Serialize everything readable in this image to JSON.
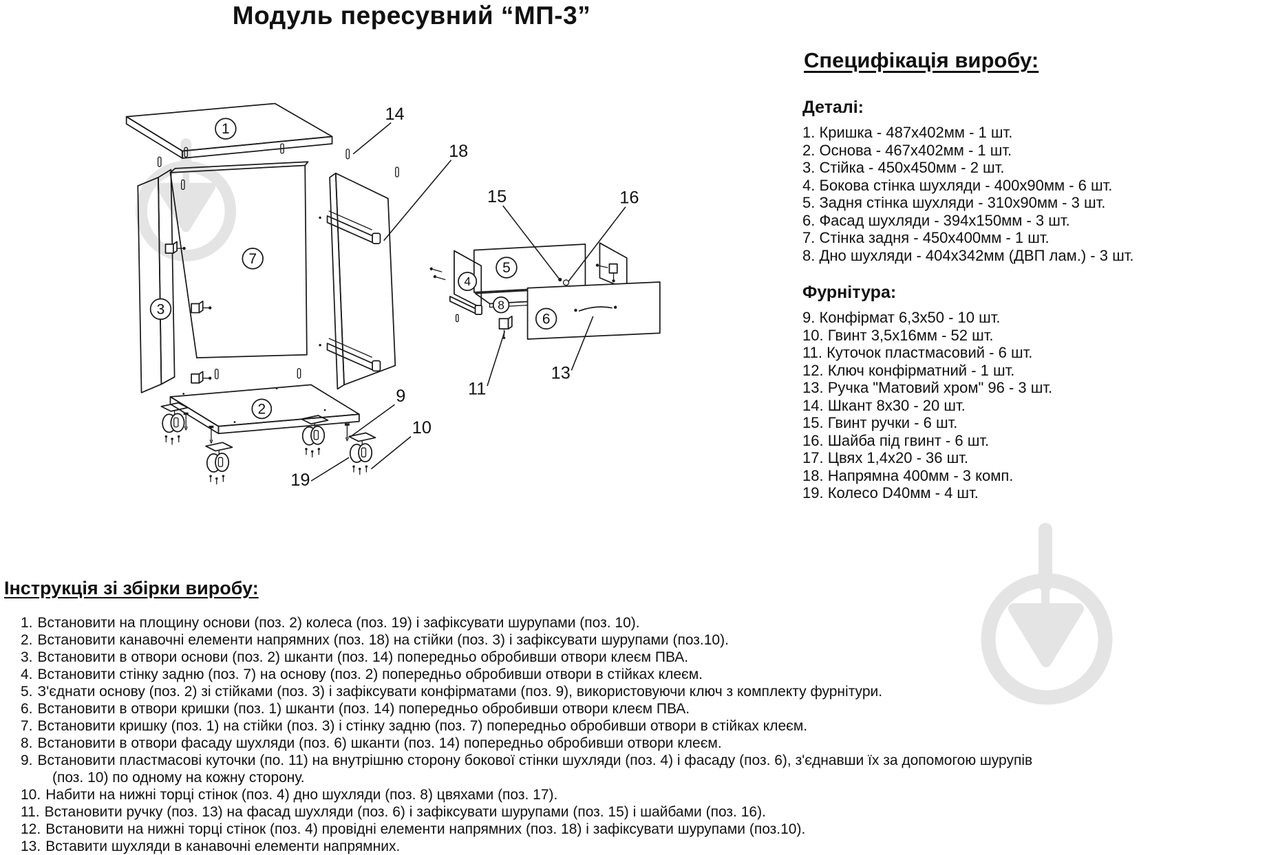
{
  "title": "Модуль пересувний “МП-3”",
  "spec": {
    "heading": "Специфікація виробу:",
    "parts_heading": "Деталі:",
    "parts": [
      "1. Кришка - 487х402мм - 1 шт.",
      "2. Основа - 467х402мм - 1 шт.",
      "3. Стійка - 450х450мм - 2 шт.",
      "4. Бокова стінка шухляди - 400х90мм - 6 шт.",
      "5. Задня стінка шухляди - 310х90мм - 3 шт.",
      "6. Фасад шухляди - 394х150мм - 3 шт.",
      "7. Стінка задня - 450х400мм - 1 шт.",
      "8. Дно шухляди - 404х342мм (ДВП лам.) - 3 шт."
    ],
    "hardware_heading": "Фурнітура:",
    "hardware": [
      "9. Конфірмат 6,3х50 - 10 шт.",
      "10. Гвинт 3,5х16мм - 52 шт.",
      "11. Куточок пластмасовий - 6 шт.",
      "12. Ключ конфірматний - 1 шт.",
      "13. Ручка \"Матовий хром\" 96 - 3 шт.",
      "14. Шкант 8х30 - 20 шт.",
      "15. Гвинт ручки - 6 шт.",
      "16. Шайба під гвинт - 6 шт.",
      "17. Цвях 1,4х20 - 36 шт.",
      "18. Напрямна 400мм - 3 комп.",
      "19. Колесо D40мм - 4 шт."
    ]
  },
  "instructions": {
    "heading": "Інструкція зі збірки виробу:",
    "items": [
      {
        "n": "1.",
        "text": "Встановити на площину основи (поз. 2) колеса (поз. 19) і зафіксувати шурупами (поз. 10)."
      },
      {
        "n": "2.",
        "text": "Встановити канавочні елементи напрямних (поз. 18) на стійки (поз. 3) і зафіксувати шурупами (поз.10)."
      },
      {
        "n": "3.",
        "text": "Встановити в отвори основи (поз. 2) шканти (поз. 14) попередньо обробивши отвори клеєм ПВА."
      },
      {
        "n": "4.",
        "text": "Встановити стінку задню (поз. 7) на основу (поз. 2) попередньо обробивши отвори в стійках клеєм."
      },
      {
        "n": "5.",
        "text": "З'єднати основу (поз. 2) зі стійками (поз. 3) і зафіксувати конфірматами (поз. 9), використовуючи ключ з комплекту фурнітури."
      },
      {
        "n": "6.",
        "text": "Встановити в отвори кришки (поз. 1) шканти (поз. 14) попередньо обробивши отвори клеєм ПВА."
      },
      {
        "n": "7.",
        "text": "Встановити кришку (поз. 1) на стійки (поз. 3) і стінку задню (поз. 7) попередньо обробивши отвори в стійках клеєм."
      },
      {
        "n": "8.",
        "text": "Встановити в отвори фасаду шухляди (поз. 6) шканти (поз. 14) попередньо обробивши отвори клеєм."
      },
      {
        "n": "9.",
        "text": "Встановити пластмасові куточки (по. 11) на внутрішню сторону бокової стінки шухляди (поз. 4) і фасаду (поз. 6), з'єднавши їх за допомогою шурупів (поз. 10) по одному на кожну сторону."
      },
      {
        "n": "10.",
        "text": "Набити на нижні торці стінок (поз. 4) дно шухляди (поз. 8) цвяхами (поз. 17)."
      },
      {
        "n": "11.",
        "text": "Встановити ручку (поз. 13) на фасад шухляди (поз. 6) і зафіксувати шурупами (поз. 15) і шайбами (поз. 16)."
      },
      {
        "n": "12.",
        "text": "Встановити на нижні торці стінок (поз. 4) провідні елементи напрямних (поз. 18) і зафіксувати шурупами (поз.10)."
      },
      {
        "n": "13.",
        "text": "Вставити шухляди в канавочні елементи напрямних."
      }
    ]
  },
  "diagram": {
    "labels": {
      "n1": "1",
      "n2": "2",
      "n3": "3",
      "n4": "4",
      "n5": "5",
      "n6": "6",
      "n7": "7",
      "n8": "8",
      "n9": "9",
      "n10": "10",
      "n11": "11",
      "n13": "13",
      "n14": "14",
      "n15": "15",
      "n16": "16",
      "n18": "18",
      "n19": "19"
    }
  }
}
